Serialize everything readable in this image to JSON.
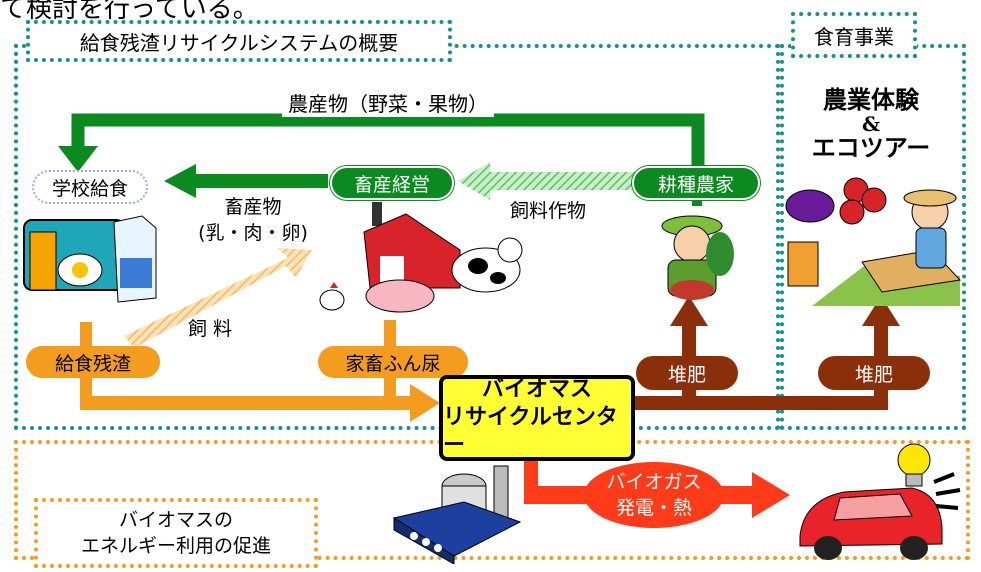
{
  "top_caption": "て検討を行っている。",
  "regions": {
    "system_title": "給食残渣リサイクルシステムの概要",
    "food_education_title": "食育事業",
    "energy_title_line1": "バイオマスの",
    "energy_title_line2": "エネルギー利用の促進"
  },
  "nodes": {
    "school_lunch": "学校給食",
    "livestock": "畜産経営",
    "farmer": "耕種農家",
    "lunch_residue": "給食残渣",
    "manure": "家畜ふん尿",
    "compost_1": "堆肥",
    "compost_2": "堆肥",
    "center_line1": "バイオマス",
    "center_line2": "リサイクルセンター"
  },
  "flows": {
    "produce": "農産物（野菜・果物）",
    "livestock_products_line1": "畜産物",
    "livestock_products_line2": "(乳・肉・卵)",
    "feed_crops": "飼料作物",
    "feed": "飼 料",
    "biogas_line1": "バイオガス",
    "biogas_line2": "発電・熱"
  },
  "event": {
    "line1": "農業体験",
    "line2": "&",
    "line3": "エコツアー"
  },
  "colors": {
    "teal_dotted": "#1a8f8f",
    "orange_dotted": "#f39c1e",
    "green": "#0a8a1f",
    "orange": "#f39c1e",
    "brown": "#8b2e0a",
    "red": "#ff3b1a",
    "yellow": "#ffff33"
  }
}
